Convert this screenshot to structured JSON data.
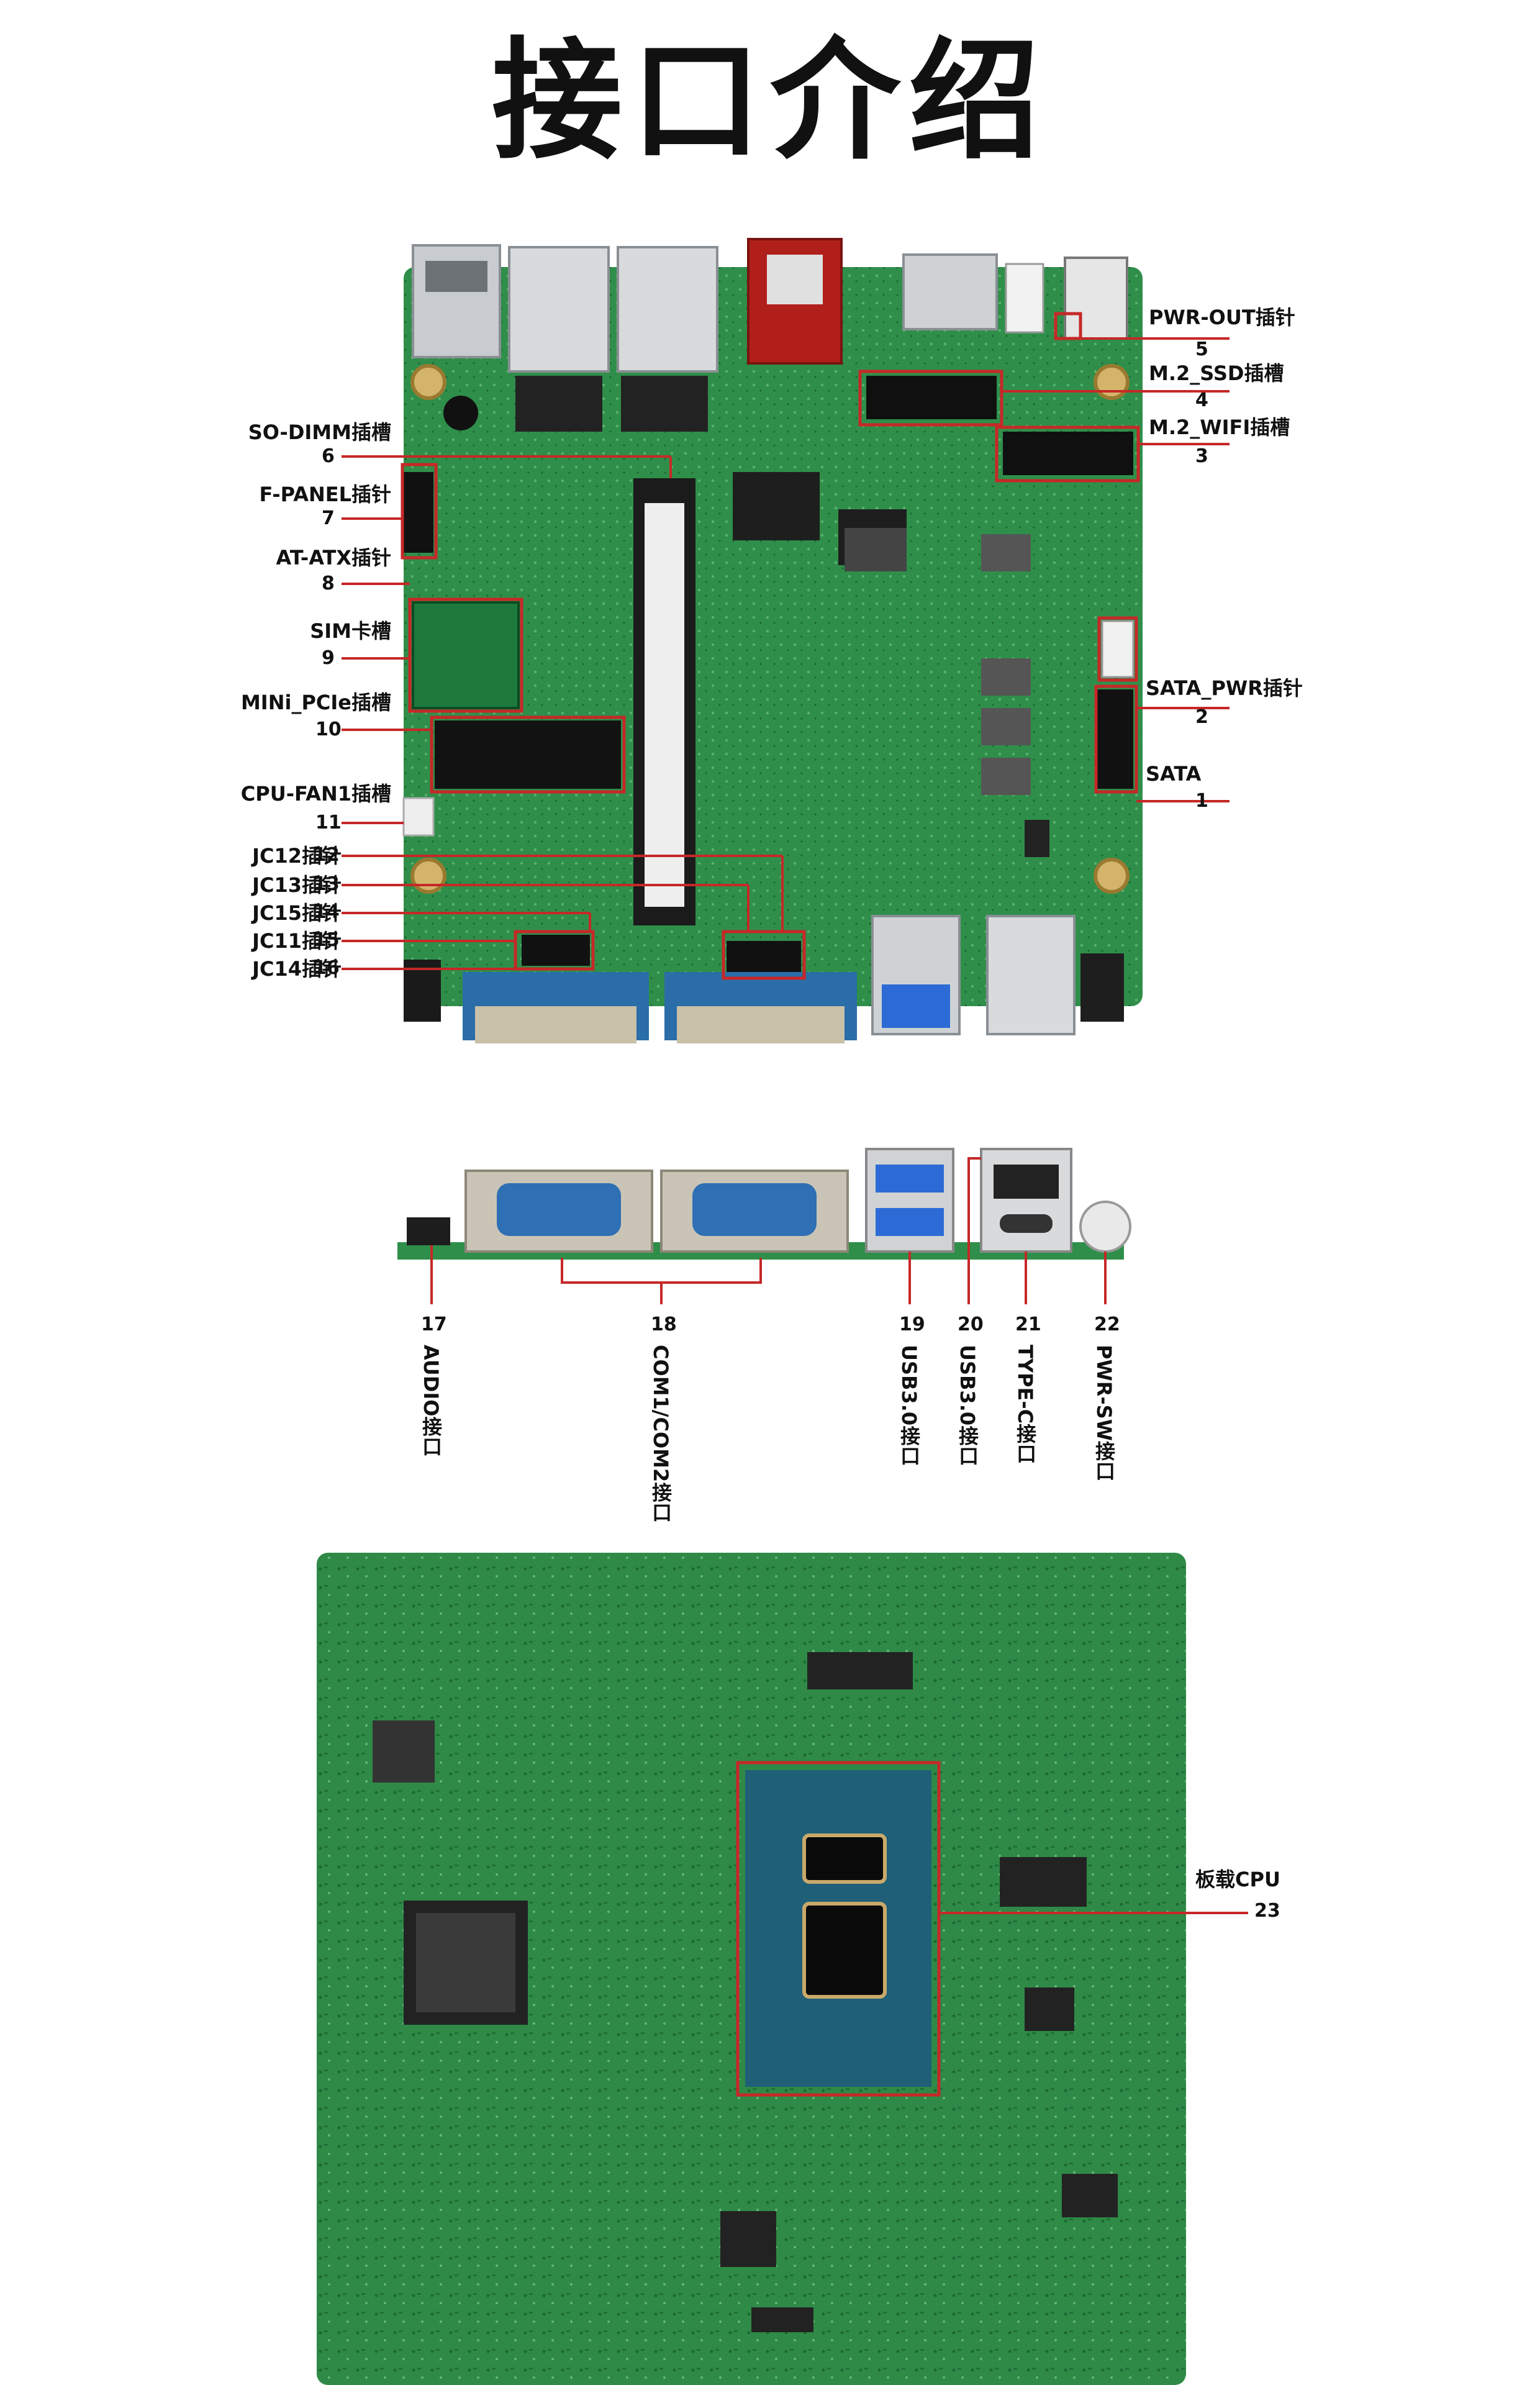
{
  "title": "接口介绍",
  "top_board": {
    "left_labels": [
      {
        "text": "SO-DIMM插槽",
        "num": "6"
      },
      {
        "text": "F-PANEL插针",
        "num": "7"
      },
      {
        "text": "AT-ATX插针",
        "num": "8"
      },
      {
        "text": "SIM卡槽",
        "num": "9"
      },
      {
        "text": "MINi_PCIe插槽",
        "num": "10"
      },
      {
        "text": "CPU-FAN1插槽",
        "num": "11"
      },
      {
        "text": "JC12插针",
        "num": "12"
      },
      {
        "text": "JC13插针",
        "num": "13"
      },
      {
        "text": "JC15插针",
        "num": "14"
      },
      {
        "text": "JC11插针",
        "num": "15"
      },
      {
        "text": "JC14插针",
        "num": "16"
      }
    ],
    "right_labels": [
      {
        "text": "PWR-OUT插针",
        "num": "5"
      },
      {
        "text": "M.2_SSD插槽",
        "num": "4"
      },
      {
        "text": "M.2_WIFI插槽",
        "num": "3"
      },
      {
        "text": "SATA_PWR插针",
        "num": "2"
      },
      {
        "text": "SATA",
        "num": "1"
      }
    ]
  },
  "io_panel": {
    "labels": [
      {
        "num": "17",
        "text": "AUDIO接口"
      },
      {
        "num": "18",
        "text": "COM1/COM2接口"
      },
      {
        "num": "19",
        "text": "USB3.0接口"
      },
      {
        "num": "20",
        "text": "USB3.0接口"
      },
      {
        "num": "21",
        "text": "TYPE-C接口"
      },
      {
        "num": "22",
        "text": "PWR-SW接口"
      }
    ]
  },
  "bottom_board": {
    "cpu_label": "板载CPU",
    "cpu_num": "23"
  },
  "colors": {
    "pcb": "#2f8f4a",
    "pcb_dark": "#1f6a36",
    "callout": "#c62828",
    "text": "#111111"
  }
}
